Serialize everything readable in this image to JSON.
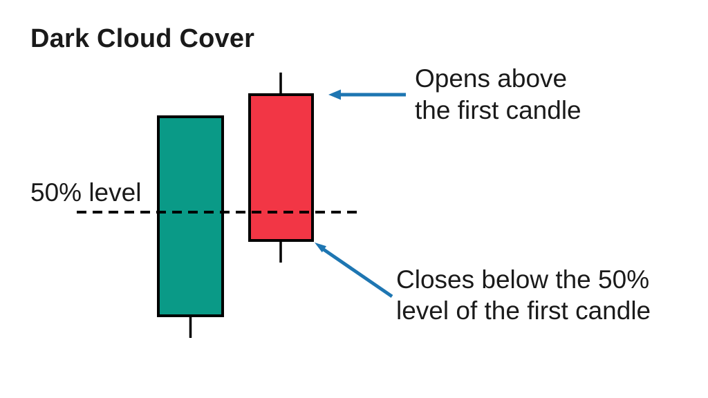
{
  "title": "Dark Cloud Cover",
  "level_label": "50% level",
  "annotations": {
    "opens": {
      "line1": "Opens above",
      "line2": "the first candle"
    },
    "closes": {
      "line1": "Closes below the 50%",
      "line2": "level of the first candle"
    }
  },
  "candles": [
    {
      "order": "first",
      "type": "bullish",
      "wicks": "lower"
    },
    {
      "order": "second",
      "type": "bearish",
      "wicks": "upper and lower"
    }
  ],
  "colors": {
    "bullish": "#0A9A87",
    "bearish": "#F23645",
    "arrow": "#1E76B2",
    "outline": "#000000",
    "text": "#1A1A1A",
    "background": "#FFFFFF"
  }
}
